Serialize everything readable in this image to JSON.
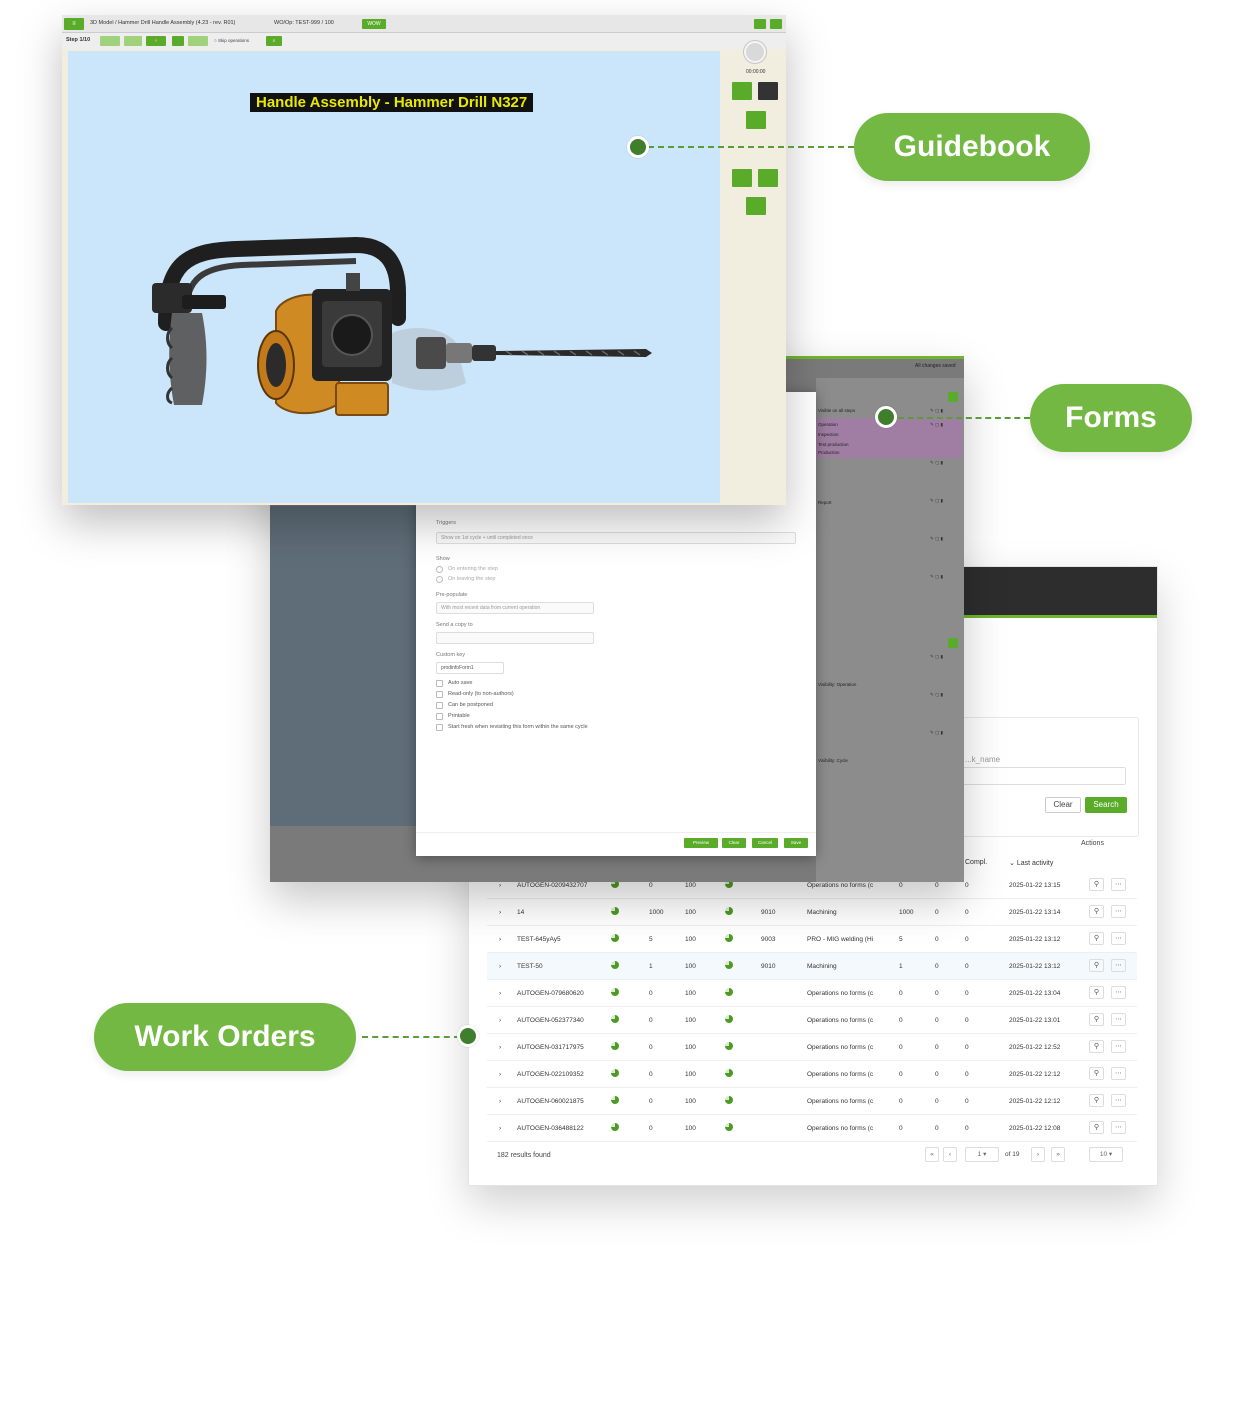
{
  "labels": {
    "guidebook": "Guidebook",
    "forms": "Forms",
    "work_orders": "Work Orders"
  },
  "colors": {
    "accent": "#73b843",
    "dot": "#3f7f2c",
    "app_green": "#5aab2a"
  },
  "guidebook": {
    "breadcrumb": "3D Model / Hammer Drill Handle Assembly (4.23 - rev. R01)",
    "work_order": "WO/Op: TEST-999 / 100",
    "top_button": "WOW",
    "step": "Step 1/10",
    "skip_operations": "Skip operations",
    "heading": "Handle Assembly - Hammer Drill N327",
    "timer": "00:00:00"
  },
  "forms": {
    "changes_saved": "All changes saved",
    "triggers_label": "Triggers",
    "triggers_value": "Show on 1st cycle + until completed once",
    "show_label": "Show",
    "show_options": [
      "On entering the step",
      "On leaving the step"
    ],
    "prepopulate_label": "Pre-populate",
    "prepopulate_value": "With most recent data from current operation",
    "send_copy_label": "Send a copy to",
    "custom_key_label": "Custom key",
    "custom_key_value": "prodinfoForm1",
    "checkboxes": [
      "Auto save",
      "Read-only (to non-authors)",
      "Can be postponed",
      "Printable",
      "Start fresh when revisiting this form within the same cycle"
    ],
    "buttons": {
      "preview": "Preview",
      "clear": "Clear",
      "cancel": "Cancel",
      "save": "Save"
    },
    "right_items": [
      "Visible on all steps",
      "Operation",
      "Inspection",
      "Test production",
      "Production",
      "Report",
      "Visibility: Operation",
      "Visibility: Cycle"
    ]
  },
  "work_orders": {
    "filter_label": "...k_name",
    "clear_button": "Clear",
    "search_button": "Search",
    "actions_header": "Actions",
    "columns": {
      "compl": "Compl.",
      "last_activity": "Last activity"
    },
    "rows": [
      {
        "name": "AUTOGEN-0209432707",
        "qty": "0",
        "op": "100",
        "wc": "",
        "desc": "Operations no forms (c",
        "a": "0",
        "b": "0",
        "c": "0",
        "date": "2025-01-22 13:15"
      },
      {
        "name": "14",
        "qty": "1000",
        "op": "100",
        "wc": "9010",
        "desc": "Machining",
        "a": "1000",
        "b": "0",
        "c": "0",
        "date": "2025-01-22 13:14"
      },
      {
        "name": "TEST-645yAy5",
        "qty": "5",
        "op": "100",
        "wc": "9003",
        "desc": "PRO - MIG welding (Hi",
        "a": "5",
        "b": "0",
        "c": "0",
        "date": "2025-01-22 13:12"
      },
      {
        "name": "TEST-50",
        "qty": "1",
        "op": "100",
        "wc": "9010",
        "desc": "Machining",
        "a": "1",
        "b": "0",
        "c": "0",
        "date": "2025-01-22 13:12"
      },
      {
        "name": "AUTOGEN-079680620",
        "qty": "0",
        "op": "100",
        "wc": "",
        "desc": "Operations no forms (c",
        "a": "0",
        "b": "0",
        "c": "0",
        "date": "2025-01-22 13:04"
      },
      {
        "name": "AUTOGEN-052377340",
        "qty": "0",
        "op": "100",
        "wc": "",
        "desc": "Operations no forms (c",
        "a": "0",
        "b": "0",
        "c": "0",
        "date": "2025-01-22 13:01"
      },
      {
        "name": "AUTOGEN-031717975",
        "qty": "0",
        "op": "100",
        "wc": "",
        "desc": "Operations no forms (c",
        "a": "0",
        "b": "0",
        "c": "0",
        "date": "2025-01-22 12:52"
      },
      {
        "name": "AUTOGEN-022109352",
        "qty": "0",
        "op": "100",
        "wc": "",
        "desc": "Operations no forms (c",
        "a": "0",
        "b": "0",
        "c": "0",
        "date": "2025-01-22 12:12"
      },
      {
        "name": "AUTOGEN-060021875",
        "qty": "0",
        "op": "100",
        "wc": "",
        "desc": "Operations no forms (c",
        "a": "0",
        "b": "0",
        "c": "0",
        "date": "2025-01-22 12:12"
      },
      {
        "name": "AUTOGEN-036488122",
        "qty": "0",
        "op": "100",
        "wc": "",
        "desc": "Operations no forms (c",
        "a": "0",
        "b": "0",
        "c": "0",
        "date": "2025-01-22 12:08"
      }
    ],
    "results": "182 results found",
    "page": "1",
    "of_pages": "of 19",
    "per_page": "10"
  }
}
